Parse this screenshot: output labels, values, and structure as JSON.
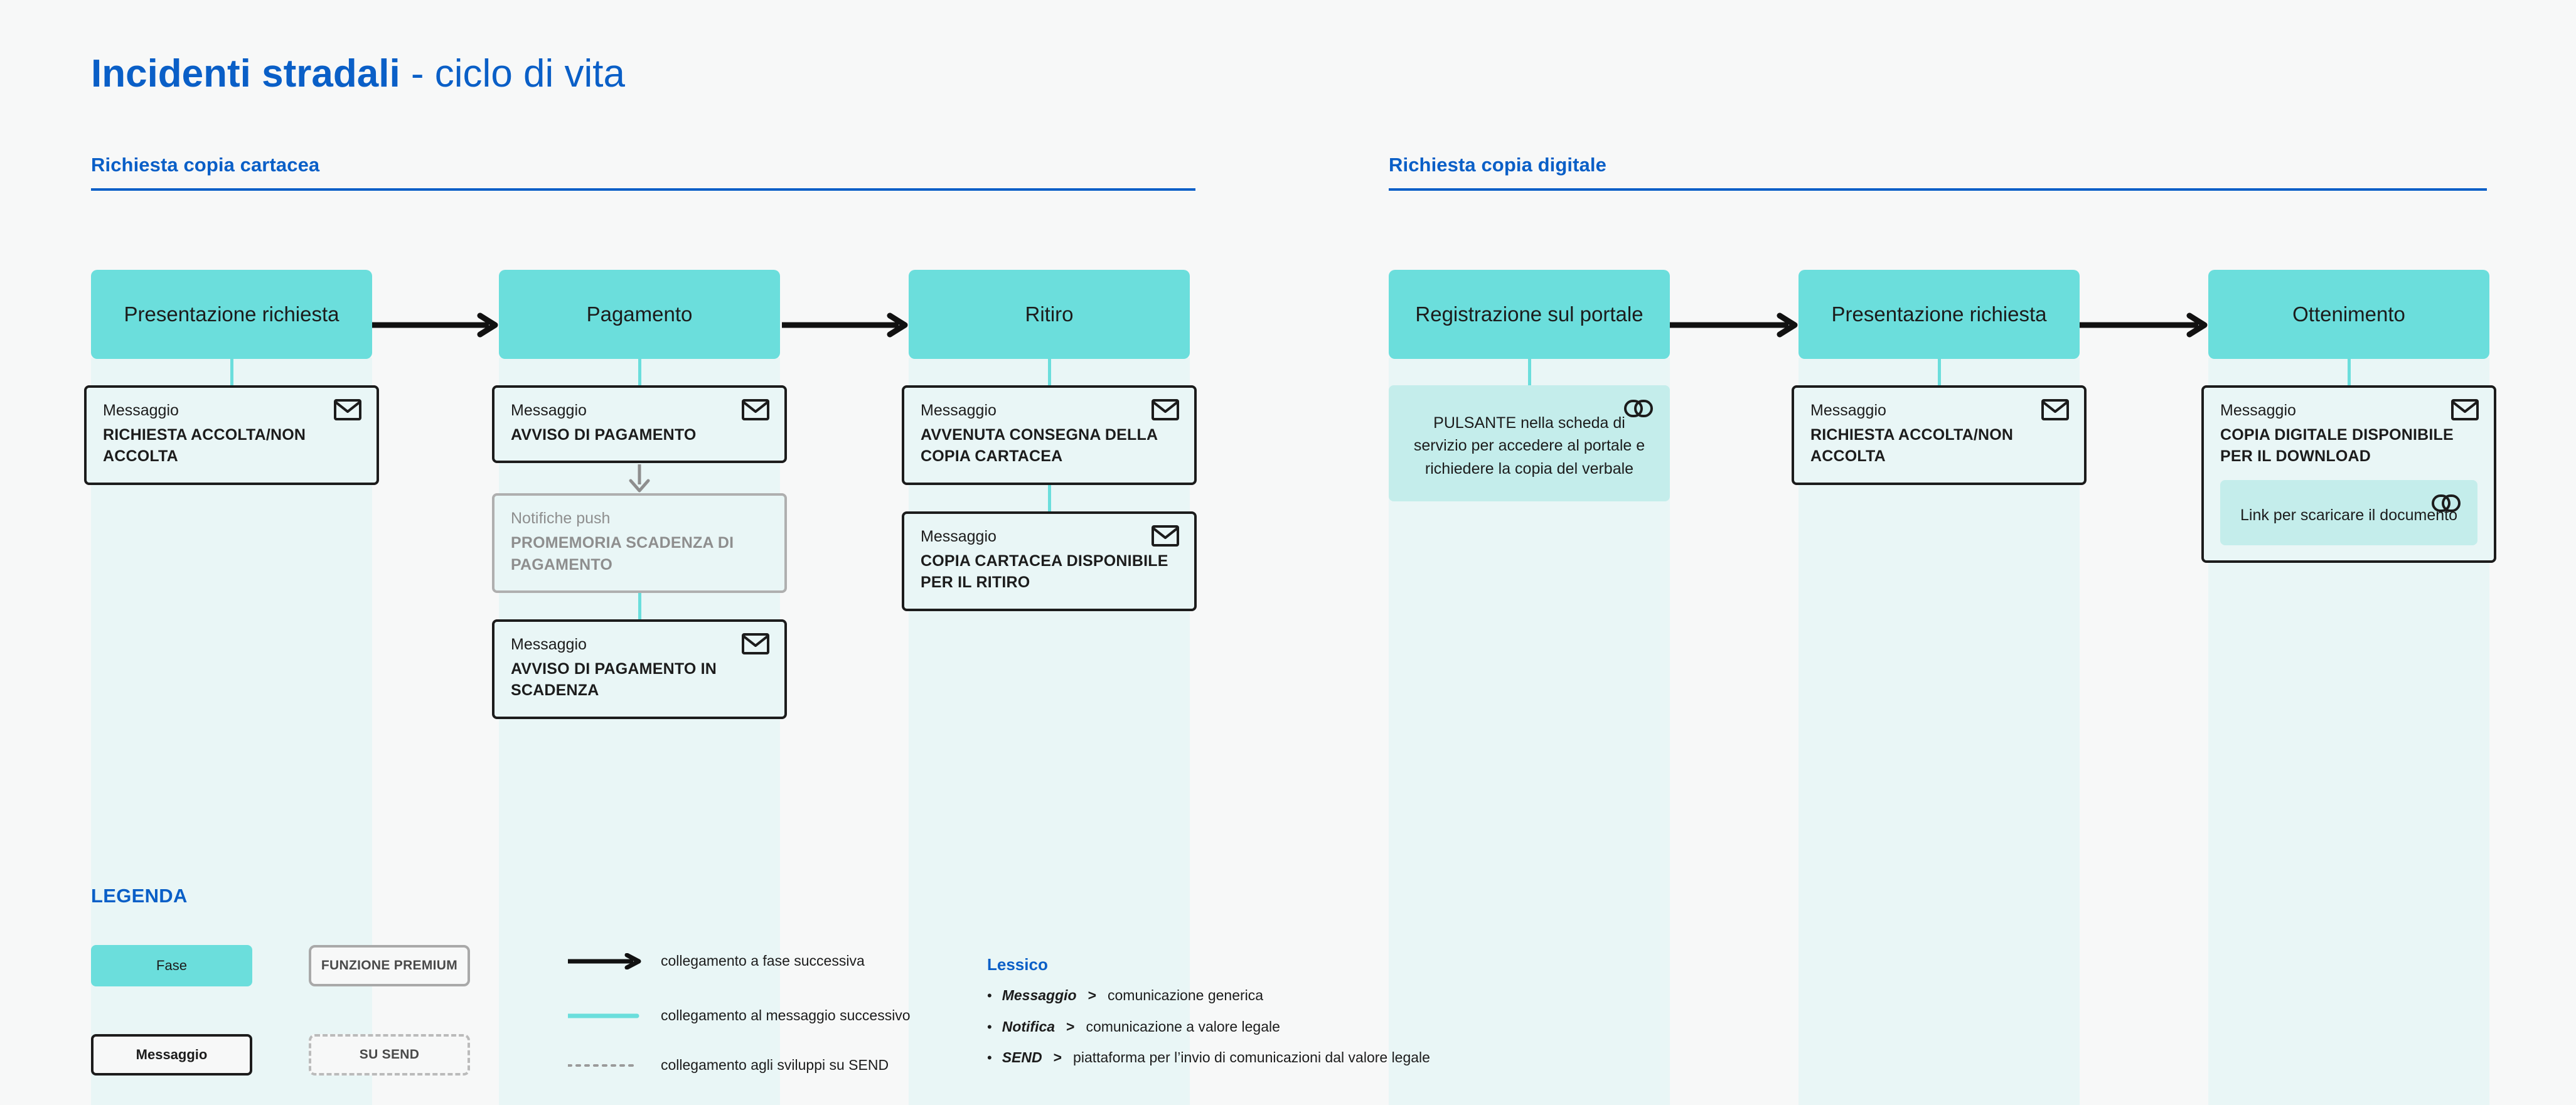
{
  "title": {
    "bold": "Incidenti stradali",
    "light": " - ciclo di vita"
  },
  "sections": [
    {
      "id": "left",
      "label": "Richiesta copia cartacea"
    },
    {
      "id": "right",
      "label": "Richiesta copia digitale"
    }
  ],
  "colors": {
    "brand_blue": "#0A5FC7",
    "phase_fill": "#6BDEDC",
    "column_bg": "#E9F6F6",
    "tile_fill": "#C4EDEB",
    "page_bg": "#F7F8F8",
    "ink": "#1C1C1C",
    "muted": "#8E8E8E"
  },
  "columns": [
    {
      "phase": "Presentazione richiesta",
      "items": [
        {
          "type": "message",
          "kind": "Messaggio",
          "title": "RICHIESTA ACCOLTA/NON ACCOLTA",
          "icon": "envelope-icon",
          "muted": false
        }
      ]
    },
    {
      "phase": "Pagamento",
      "items": [
        {
          "type": "message",
          "kind": "Messaggio",
          "title": "AVVISO DI PAGAMENTO",
          "icon": "envelope-icon",
          "muted": false
        },
        {
          "type": "message",
          "kind": "Notifiche push",
          "title": "PROMEMORIA SCADENZA DI PAGAMENTO",
          "icon": null,
          "muted": true
        },
        {
          "type": "message",
          "kind": "Messaggio",
          "title": "AVVISO DI PAGAMENTO IN SCADENZA",
          "icon": "envelope-icon",
          "muted": false
        }
      ]
    },
    {
      "phase": "Ritiro",
      "items": [
        {
          "type": "message",
          "kind": "Messaggio",
          "title": "AVVENUTA CONSEGNA DELLA COPIA CARTACEA",
          "icon": "envelope-icon",
          "muted": false
        },
        {
          "type": "message",
          "kind": "Messaggio",
          "title": "COPIA CARTACEA DISPONIBILE PER IL RITIRO",
          "icon": "envelope-icon",
          "muted": false
        }
      ]
    },
    {
      "phase": "Registrazione sul portale",
      "items": [
        {
          "type": "tile",
          "text": "PULSANTE nella scheda di servizio per accedere al portale e richiedere la copia del verbale",
          "icon": "link-icon"
        }
      ]
    },
    {
      "phase": "Presentazione richiesta",
      "items": [
        {
          "type": "message",
          "kind": "Messaggio",
          "title": "RICHIESTA ACCOLTA/NON ACCOLTA",
          "icon": "envelope-icon",
          "muted": false
        }
      ]
    },
    {
      "phase": "Ottenimento",
      "items": [
        {
          "type": "message",
          "kind": "Messaggio",
          "title": "COPIA DIGITALE DISPONIBILE PER IL DOWNLOAD",
          "icon": "envelope-icon",
          "muted": false,
          "nested_tile": {
            "text": "Link per scaricare il documento",
            "icon": "link-icon"
          }
        }
      ]
    }
  ],
  "legend": {
    "title": "LEGENDA",
    "chips": [
      {
        "key": "fase",
        "label": "Fase"
      },
      {
        "key": "premium",
        "label": "FUNZIONE PREMIUM"
      },
      {
        "key": "messaggio",
        "label": "Messaggio"
      },
      {
        "key": "send",
        "label": "SU SEND"
      }
    ],
    "lines": [
      {
        "glyph": "solid-arrow",
        "text": "collegamento a fase successiva"
      },
      {
        "glyph": "cyan-line",
        "text": "collegamento al messaggio successivo"
      },
      {
        "glyph": "dotted-line",
        "text": "collegamento agli sviluppi su SEND"
      }
    ],
    "lessico": {
      "title": "Lessico",
      "items": [
        {
          "term": "Messaggio",
          "sep": ">",
          "def": "comunicazione generica"
        },
        {
          "term": "Notifica",
          "sep": ">",
          "def": "comunicazione a valore legale"
        },
        {
          "term": "SEND",
          "sep": ">",
          "def": "piattaforma per  l’invio di comunicazioni dal valore legale"
        }
      ]
    }
  }
}
